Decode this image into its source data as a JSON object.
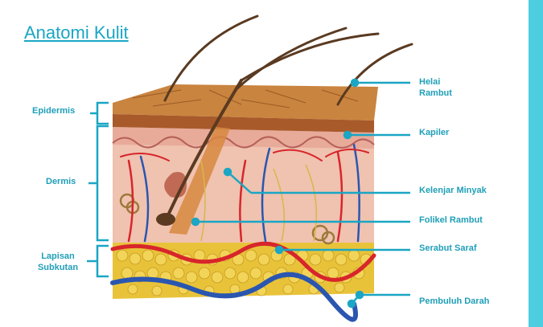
{
  "title": "Anatomi Kulit",
  "colors": {
    "accent": "#1aa6c4",
    "side_bar": "#4dcde0",
    "epidermis": "#c9843f",
    "dermis": "#f0c2b0",
    "subcutaneous": "#e8c33a",
    "artery": "#d7262b",
    "vein": "#2a56b0",
    "hair": "#5a3a20"
  },
  "layers": {
    "epidermis": "Epidermis",
    "dermis": "Dermis",
    "subcutaneous": [
      "Lapisan",
      "Subkutan"
    ]
  },
  "structures": {
    "hair_shaft": [
      "Helai",
      "Rambut"
    ],
    "capillary": "Kapiler",
    "sebaceous_gland": "Kelenjar Minyak",
    "hair_follicle": "Folikel Rambut",
    "nerve_fiber": "Serabut Saraf",
    "blood_vessel": "Pembuluh Darah"
  }
}
